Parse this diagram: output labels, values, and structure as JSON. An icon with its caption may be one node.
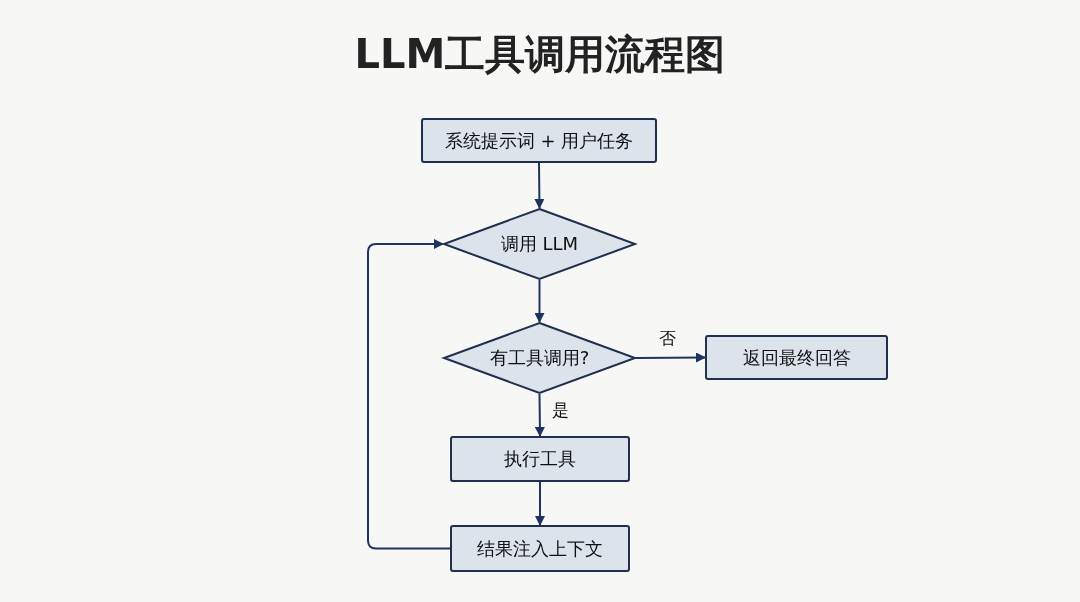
{
  "diagram": {
    "title": "LLM工具调用流程图",
    "nodes": [
      {
        "text": [
          "系统提示词 + 用户任务"
        ]
      },
      {
        "text": [
          "调用 LLM"
        ]
      },
      {
        "text": [
          "有工具调用?"
        ]
      },
      {
        "text": [
          "返回最终回答"
        ]
      },
      {
        "text": [
          "执行工具"
        ]
      },
      {
        "text": [
          "结果注入上下文"
        ]
      }
    ],
    "edges": [
      {
        "from": 0,
        "to": 1,
        "arrow": "to"
      },
      {
        "from": 1,
        "to": 2,
        "arrow": "to"
      },
      {
        "from": 2,
        "to": 3,
        "arrow": "to",
        "label": "否"
      },
      {
        "from": 2,
        "to": 4,
        "arrow": "to",
        "label": "是"
      },
      {
        "from": 4,
        "to": 5,
        "arrow": "to"
      },
      {
        "from": 5,
        "to": 1,
        "arrow": "to"
      }
    ]
  }
}
